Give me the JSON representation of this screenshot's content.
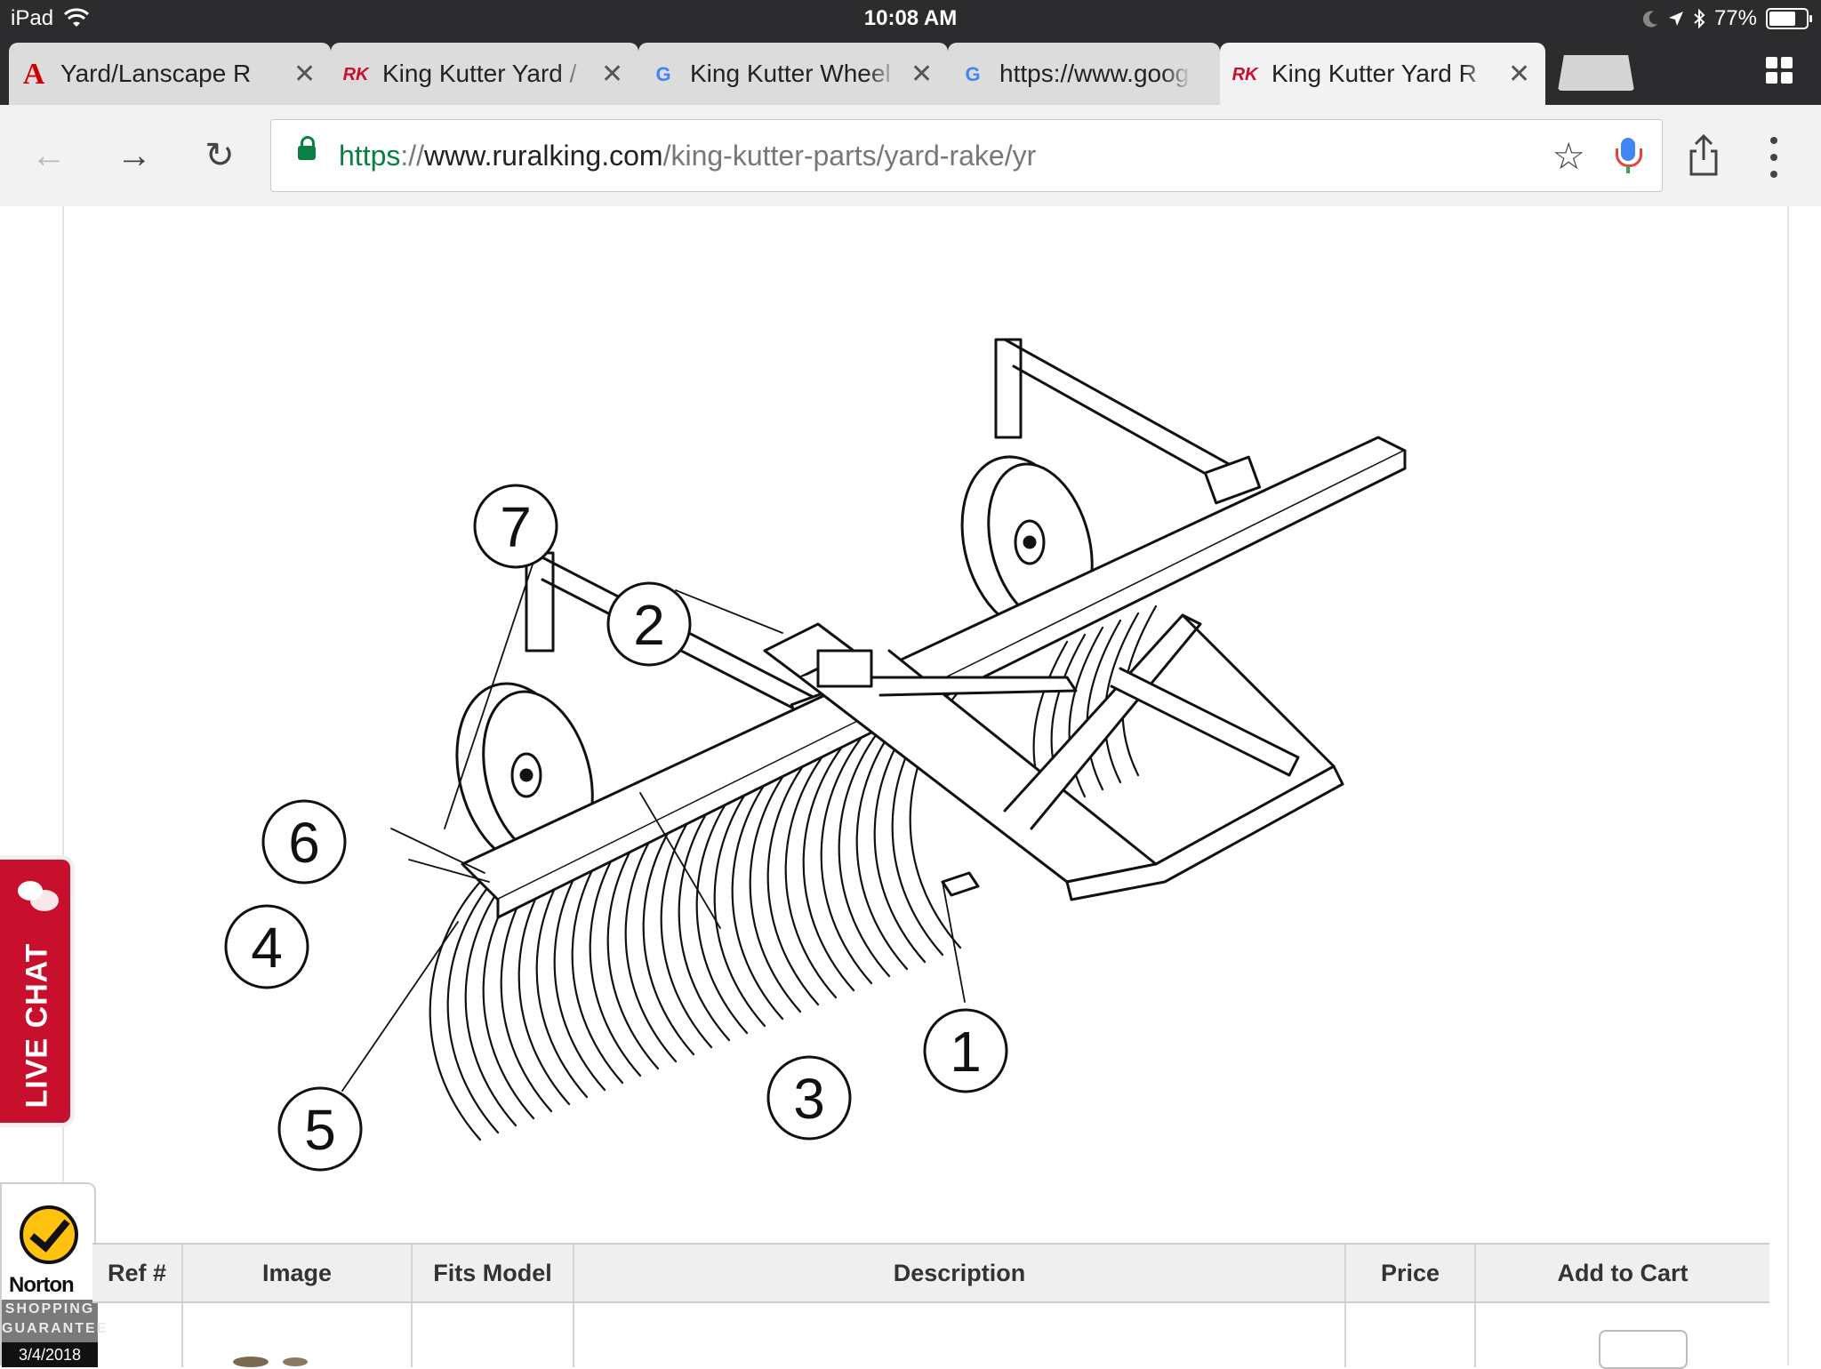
{
  "status_bar": {
    "device": "iPad",
    "time": "10:08 AM",
    "battery": "77%",
    "battery_level": 0.77
  },
  "tabs": [
    {
      "favicon": "A",
      "favicon_color": "#d10000",
      "title": "Yard/Lanscape R",
      "active": false
    },
    {
      "favicon": "RK",
      "favicon_color": "#c8102e",
      "title": "King Kutter Yard /",
      "active": false
    },
    {
      "favicon": "G",
      "favicon_color": "#4285f4",
      "title": "King Kutter Wheel",
      "active": false
    },
    {
      "favicon": "G",
      "favicon_color": "#4285f4",
      "title": "https://www.goog",
      "active": false
    },
    {
      "favicon": "RK",
      "favicon_color": "#c8102e",
      "title": "King Kutter Yard R",
      "active": true
    }
  ],
  "toolbar": {
    "back": "←",
    "forward": "→",
    "reload": "↻",
    "star": "☆",
    "url_scheme": "https",
    "url_sep": "://",
    "url_host": "www.ruralking.com",
    "url_path": "/king-kutter-parts/yard-rake/yr"
  },
  "diagram": {
    "callouts": [
      "1",
      "2",
      "3",
      "4",
      "5",
      "6",
      "7"
    ]
  },
  "live_chat": {
    "label": "LIVE CHAT",
    "color": "#c8102e"
  },
  "norton": {
    "brand": "Norton",
    "line1": "SHOPPING",
    "line2": "GUARANTEE",
    "date": "3/4/2018"
  },
  "table": {
    "headers": [
      "Ref #",
      "Image",
      "Fits Model",
      "Description",
      "Price",
      "Add to Cart"
    ]
  },
  "icons": {
    "close": "close-icon",
    "lock": "lock-icon",
    "mic": "microphone-icon",
    "share": "share-icon",
    "menu": "more-vert-icon",
    "tab_switcher": "tab-switcher-icon",
    "wifi": "wifi-icon",
    "bluetooth": "bluetooth-icon",
    "location": "location-arrow-icon",
    "moon": "do-not-disturb-icon"
  }
}
